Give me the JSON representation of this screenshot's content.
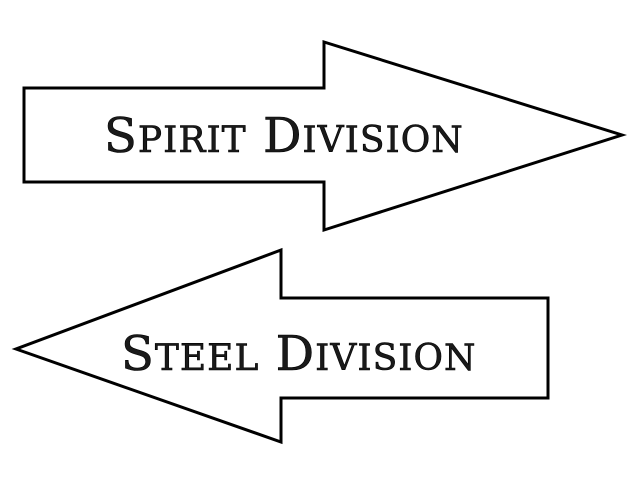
{
  "signs": {
    "right_arrow": {
      "direction": "right",
      "label": "SPIRIT DIVISION",
      "label_parts": {
        "word1_initial": "S",
        "word1_rest": "PIRIT",
        "word2_initial": "D",
        "word2_rest": "IVISION"
      }
    },
    "left_arrow": {
      "direction": "left",
      "label": "STEEL DIVISION",
      "label_parts": {
        "word1_initial": "S",
        "word1_rest": "TEEL",
        "word2_initial": "D",
        "word2_rest": "IVISION"
      }
    }
  },
  "colors": {
    "background": "#ffffff",
    "outline": "#000000",
    "text": "#1a1a1a"
  }
}
